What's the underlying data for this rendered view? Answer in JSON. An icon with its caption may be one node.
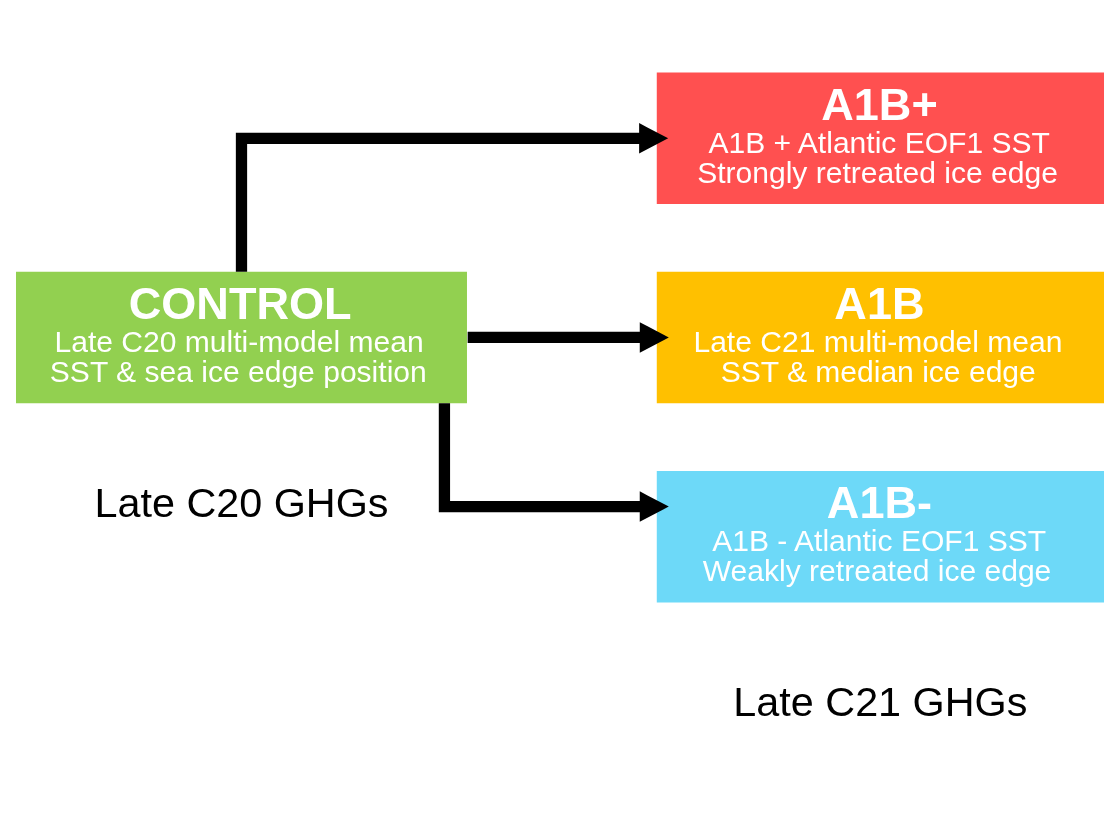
{
  "diagram": {
    "nodes": [
      {
        "text": [
          "CONTROL",
          "Late C20 multi-model mean SST & sea ice edge position"
        ]
      },
      {
        "text": [
          "A1B+",
          "A1B + Atlantic EOF1 SST",
          "Strongly retreated ice edge"
        ]
      },
      {
        "text": [
          "A1B",
          "Late C21 multi-model mean SST & median ice edge"
        ]
      },
      {
        "text": [
          "A1B-",
          "A1B - Atlantic EOF1 SST",
          "Weakly retreated ice edge"
        ]
      }
    ],
    "edges": [
      {
        "from": 0,
        "to": 1,
        "arrow": "to"
      },
      {
        "from": 0,
        "to": 2,
        "arrow": "to"
      },
      {
        "from": 0,
        "to": 3,
        "arrow": "to"
      }
    ],
    "labels": [
      "Late C20 GHGs",
      "Late C21 GHGs"
    ]
  }
}
